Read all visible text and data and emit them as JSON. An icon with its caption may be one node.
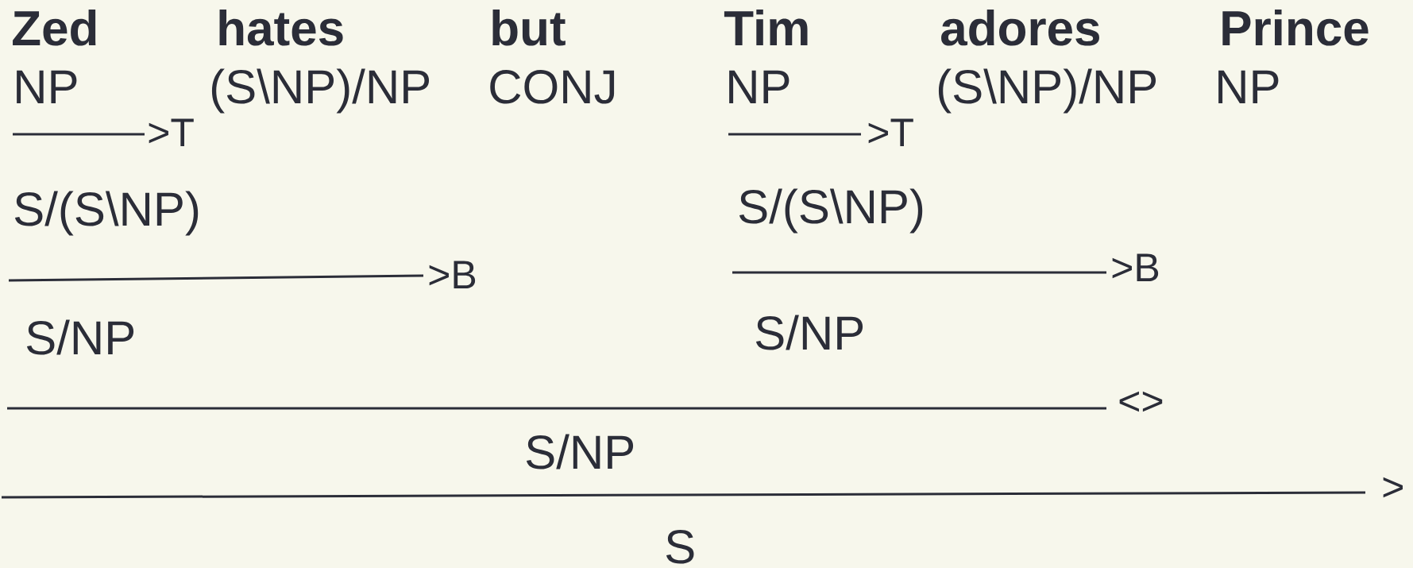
{
  "diagram": {
    "labels": [
      "Zed",
      "hates",
      "but",
      "Tim",
      "adores",
      "Prince",
      "NP",
      "(S\\NP)/NP",
      "CONJ",
      "NP",
      "(S\\NP)/NP",
      "NP",
      ">T",
      ">T",
      "S/(S\\NP)",
      "S/(S\\NP)",
      ">B",
      ">B",
      "S/NP",
      "S/NP",
      "<>",
      "S/NP",
      ">",
      "S"
    ]
  }
}
